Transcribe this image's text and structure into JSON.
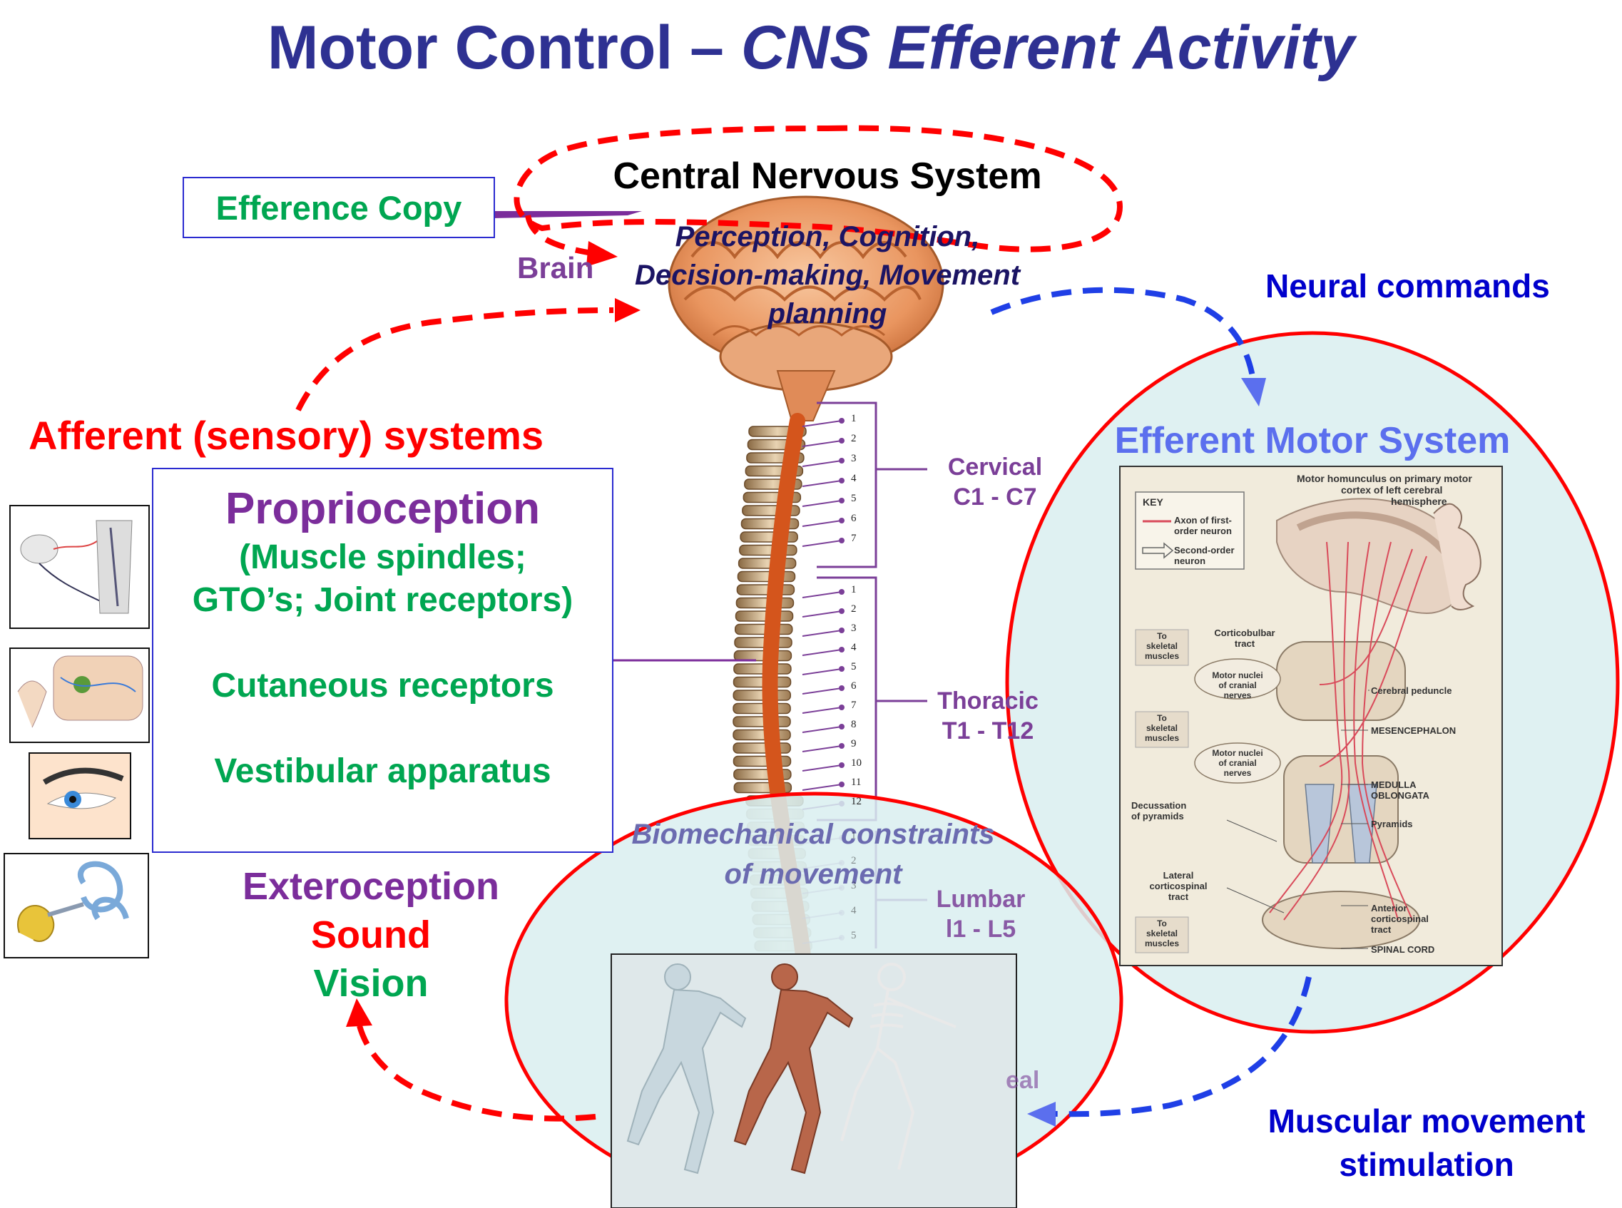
{
  "title": {
    "main": "Motor Control – ",
    "italic": "CNS Efferent Activity"
  },
  "cns": {
    "title": "Central Nervous System",
    "line1": "Perception, Cognition,",
    "line2": "Decision-making, Movement",
    "line3": "planning"
  },
  "efference_copy": "Efference Copy",
  "brain_label": "Brain",
  "neural_commands": "Neural commands",
  "afferent_title": "Afferent (sensory) systems",
  "proprioception": {
    "title": "Proprioception",
    "line1": "(Muscle spindles;",
    "line2": "GTO’s; Joint receptors)",
    "cutaneous": "Cutaneous receptors",
    "vestibular": "Vestibular apparatus"
  },
  "exteroception": {
    "title": "Exteroception",
    "sound": "Sound",
    "vision": "Vision"
  },
  "spine": {
    "cervical": {
      "label": "Cervical",
      "range": "C1 - C7",
      "numbers": [
        "1",
        "2",
        "3",
        "4",
        "5",
        "6",
        "7"
      ]
    },
    "thoracic": {
      "label": "Thoracic",
      "range": "T1 - T12",
      "numbers": [
        "1",
        "2",
        "3",
        "4",
        "5",
        "6",
        "7",
        "8",
        "9",
        "10",
        "11",
        "12"
      ]
    },
    "lumbar": {
      "label": "Lumbar",
      "range": "l1 - L5",
      "numbers": [
        "1",
        "2",
        "3",
        "4",
        "5"
      ]
    },
    "coccygeal_partial": "eal"
  },
  "efferent_motor": {
    "title": "Efferent Motor System",
    "header": {
      "line1": "Motor homunculus on primary motor",
      "line2": "cortex of left cerebral",
      "line3": "hemisphere"
    },
    "key": {
      "title": "KEY",
      "axon1": "Axon of first-",
      "axon2": "order neuron",
      "second1": "Second-order",
      "second2": "neuron"
    },
    "labels": {
      "skeletal_a": [
        "To",
        "skeletal",
        "muscles"
      ],
      "skeletal_b": [
        "To",
        "skeletal",
        "muscles"
      ],
      "skeletal_c": [
        "To",
        "skeletal",
        "muscles"
      ],
      "corticobulbar": [
        "Corticobulbar",
        "tract"
      ],
      "motor_nuclei_a": [
        "Motor nuclei",
        "of cranial",
        "nerves"
      ],
      "motor_nuclei_b": [
        "Motor nuclei",
        "of cranial",
        "nerves"
      ],
      "cerebral_peduncle": "Cerebral peduncle",
      "mesencephalon": "MESENCEPHALON",
      "medulla": [
        "MEDULLA",
        "OBLONGATA"
      ],
      "decussation": [
        "Decussation",
        "of pyramids"
      ],
      "pyramids": "Pyramids",
      "lateral": [
        "Lateral",
        "corticospinal",
        "tract"
      ],
      "anterior": [
        "Anterior",
        "corticospinal",
        "tract"
      ],
      "spinal_cord": "SPINAL CORD"
    }
  },
  "biomechanical": {
    "line1": "Biomechanical constraints",
    "line2": "of movement"
  },
  "muscular": {
    "line1": "Muscular movement",
    "line2": "stimulation"
  },
  "colors": {
    "title_blue": "#2e3192",
    "red": "#ff0000",
    "green": "#00a651",
    "purple": "#7b2d9b",
    "blue": "#0000cc",
    "dash_blue": "#1f3fe6",
    "navy": "#1b1464",
    "spine_purple": "#7b3f98",
    "ellipse_fill": "#d9eef0"
  }
}
